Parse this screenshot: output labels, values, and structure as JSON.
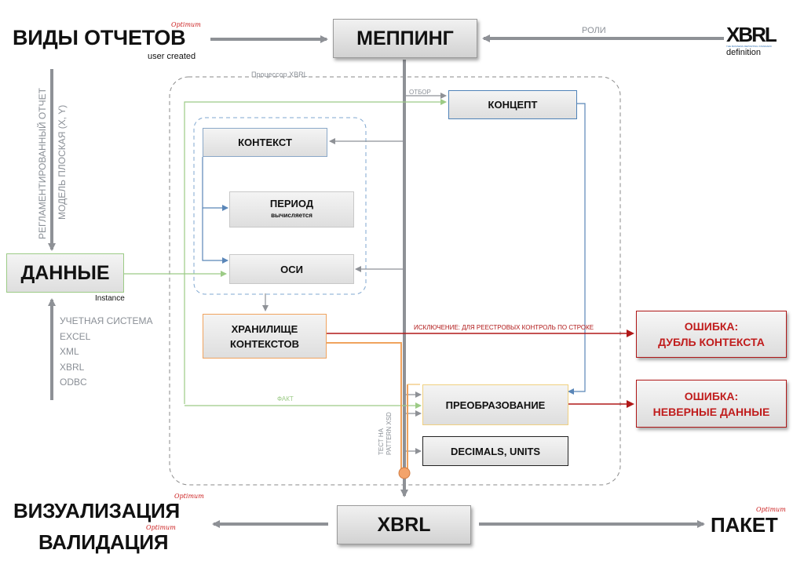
{
  "nodes": {
    "report_types": {
      "title": "ВИДЫ ОТЧЕТОВ",
      "sub": "user created",
      "brand": "Optimum"
    },
    "mapping": {
      "title": "МЕППИНГ"
    },
    "roles_label": "РОЛИ",
    "xbrl_logo": {
      "text": "XBRL",
      "tagline": "THE BUSINESS REPORTING STANDARD",
      "sub": "definition"
    },
    "processor_label": "Процессор XBRL",
    "concept": "КОНЦЕПТ",
    "selection_label": "ОТБОР",
    "context": "КОНТЕКСТ",
    "period": {
      "title": "ПЕРИОД",
      "sub": "вычисляется"
    },
    "axes": "ОСИ",
    "data": {
      "title": "ДАННЫЕ",
      "sub": "Instance"
    },
    "vertical_left": {
      "line1": "РЕГЛАМЕНТИРОВАННЫЙ ОТЧЕТ",
      "line2": "МОДЕЛЬ ПЛОСКАЯ (X, Y)"
    },
    "sources": [
      "УЧЕТНАЯ СИСТЕМА",
      "EXCEL",
      "XML",
      "XBRL",
      "ODBC"
    ],
    "storage": {
      "line1": "ХРАНИЛИЩЕ",
      "line2": "КОНТЕКСТОВ"
    },
    "exception_label": "ИСКЛЮЧЕНИЕ: ДЛЯ РЕЕСТРОВЫХ КОНТРОЛЬ ПО СТРОКЕ",
    "error_duplicate": {
      "line1": "ОШИБКА:",
      "line2": "ДУБЛЬ КОНТЕКСТА"
    },
    "fact_label": "ФАКТ",
    "transform": "ПРЕОБРАЗОВАНИЕ",
    "error_data": {
      "line1": "ОШИБКА:",
      "line2": "НЕВЕРНЫЕ ДАННЫЕ"
    },
    "test_label": {
      "line1": "ТЕСТ НА",
      "line2": "PATTERN XSD"
    },
    "decimals": "DECIMALS, UNITS",
    "xbrl_out": "XBRL",
    "visualization": {
      "title": "ВИЗУАЛИЗАЦИЯ",
      "brand": "Optimum"
    },
    "validation": {
      "title": "ВАЛИДАЦИЯ",
      "brand": "Optimum"
    },
    "package": {
      "title": "ПАКЕТ",
      "brand": "Optimum"
    }
  },
  "colors": {
    "grey_arrow": "#8e9196",
    "blue_line": "#5a86b8",
    "green_line": "#9ccb86",
    "red_line": "#b01818",
    "orange_line": "#f0a35e",
    "error_text": "#c01c1c",
    "brand_red": "#cc2222",
    "xbrl_blue": "#2b6cb0"
  }
}
